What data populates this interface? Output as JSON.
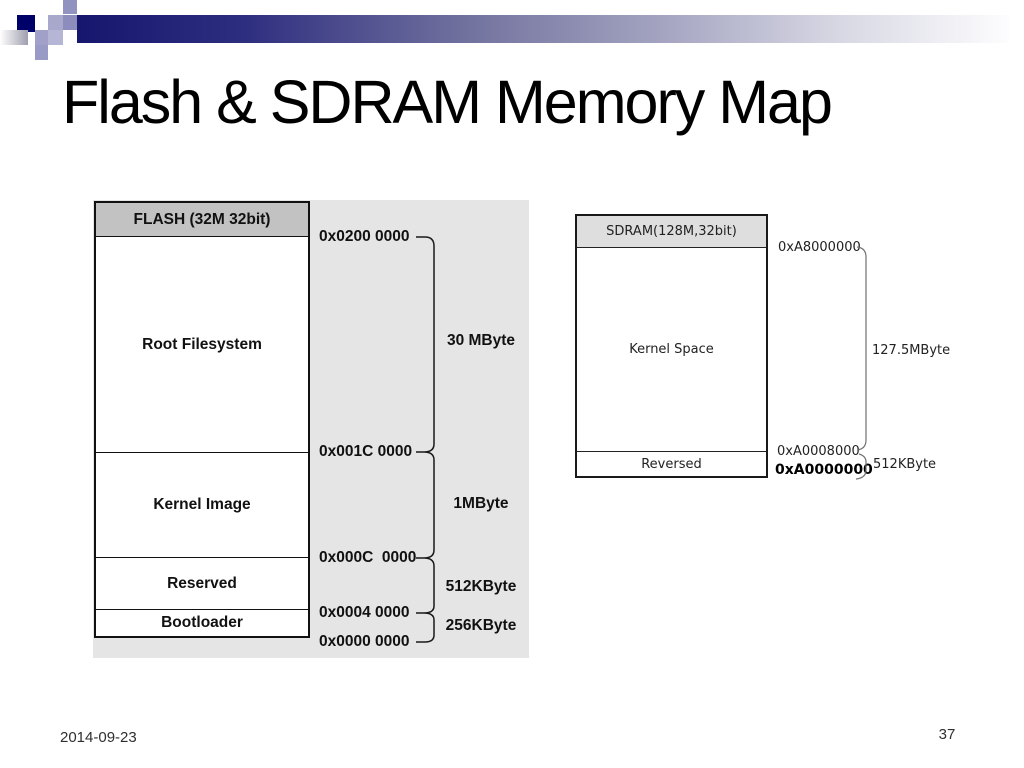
{
  "slide": {
    "title": "Flash & SDRAM Memory Map",
    "footer_date": "2014-09-23",
    "page_number": "37"
  },
  "theme": {
    "navy": "#000069",
    "bar-start": "#16166e",
    "bar-end": "#fdfdfe",
    "panel": "#e5e5e5",
    "flash-header-bg": "#c2c2c2",
    "sdram-header-bg": "#dedede",
    "text": "#111111"
  },
  "flash": {
    "header": "FLASH (32M 32bit)",
    "sections": [
      {
        "label": "Root Filesystem",
        "size": "30 MByte"
      },
      {
        "label": "Kernel Image",
        "size": "1MByte"
      },
      {
        "label": "Reserved",
        "size": "512KByte"
      },
      {
        "label": "Bootloader",
        "size": "256KByte"
      }
    ],
    "addresses": [
      "0x0200 0000",
      "0x001C 0000",
      "0x000C  0000",
      "0x0004 0000",
      "0x0000 0000"
    ]
  },
  "sdram": {
    "header": "SDRAM(128M,32bit)",
    "sections": [
      {
        "label": "Kernel Space",
        "size": "127.5MByte"
      },
      {
        "label": "Reversed",
        "size": "512KByte"
      }
    ],
    "addresses": [
      "0xA8000000",
      "0xA0008000",
      "0xA0000000"
    ]
  }
}
